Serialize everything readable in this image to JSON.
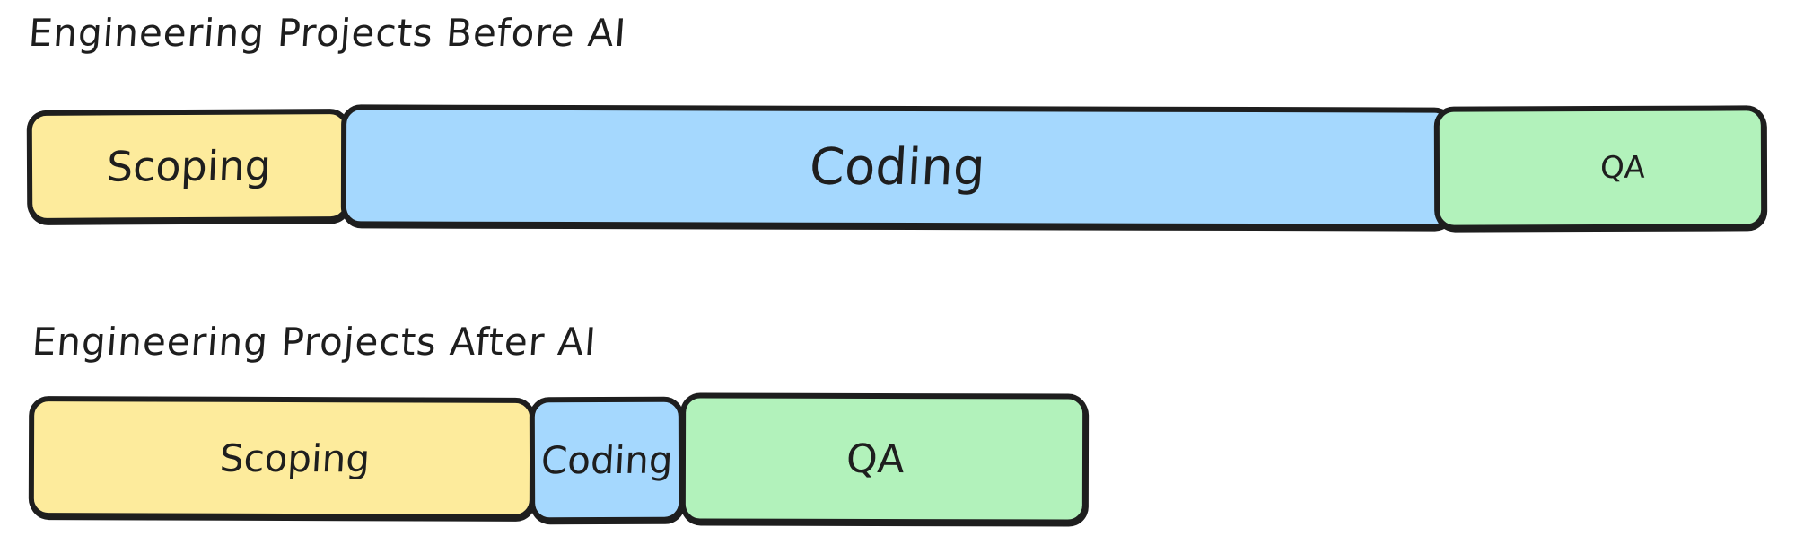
{
  "colors": {
    "stroke": "#1e1e1e",
    "scoping": "#fdeb9c",
    "coding": "#a5d8fe",
    "qa": "#b2f2bb",
    "background": "#ffffff"
  },
  "before": {
    "title": "Engineering Projects Before AI",
    "segments": [
      {
        "label": "Scoping",
        "color": "scoping"
      },
      {
        "label": "Coding",
        "color": "coding"
      },
      {
        "label": "QA",
        "color": "qa"
      }
    ]
  },
  "after": {
    "title": "Engineering Projects After AI",
    "segments": [
      {
        "label": "Scoping",
        "color": "scoping"
      },
      {
        "label": "Coding",
        "color": "coding"
      },
      {
        "label": "QA",
        "color": "qa"
      }
    ]
  }
}
